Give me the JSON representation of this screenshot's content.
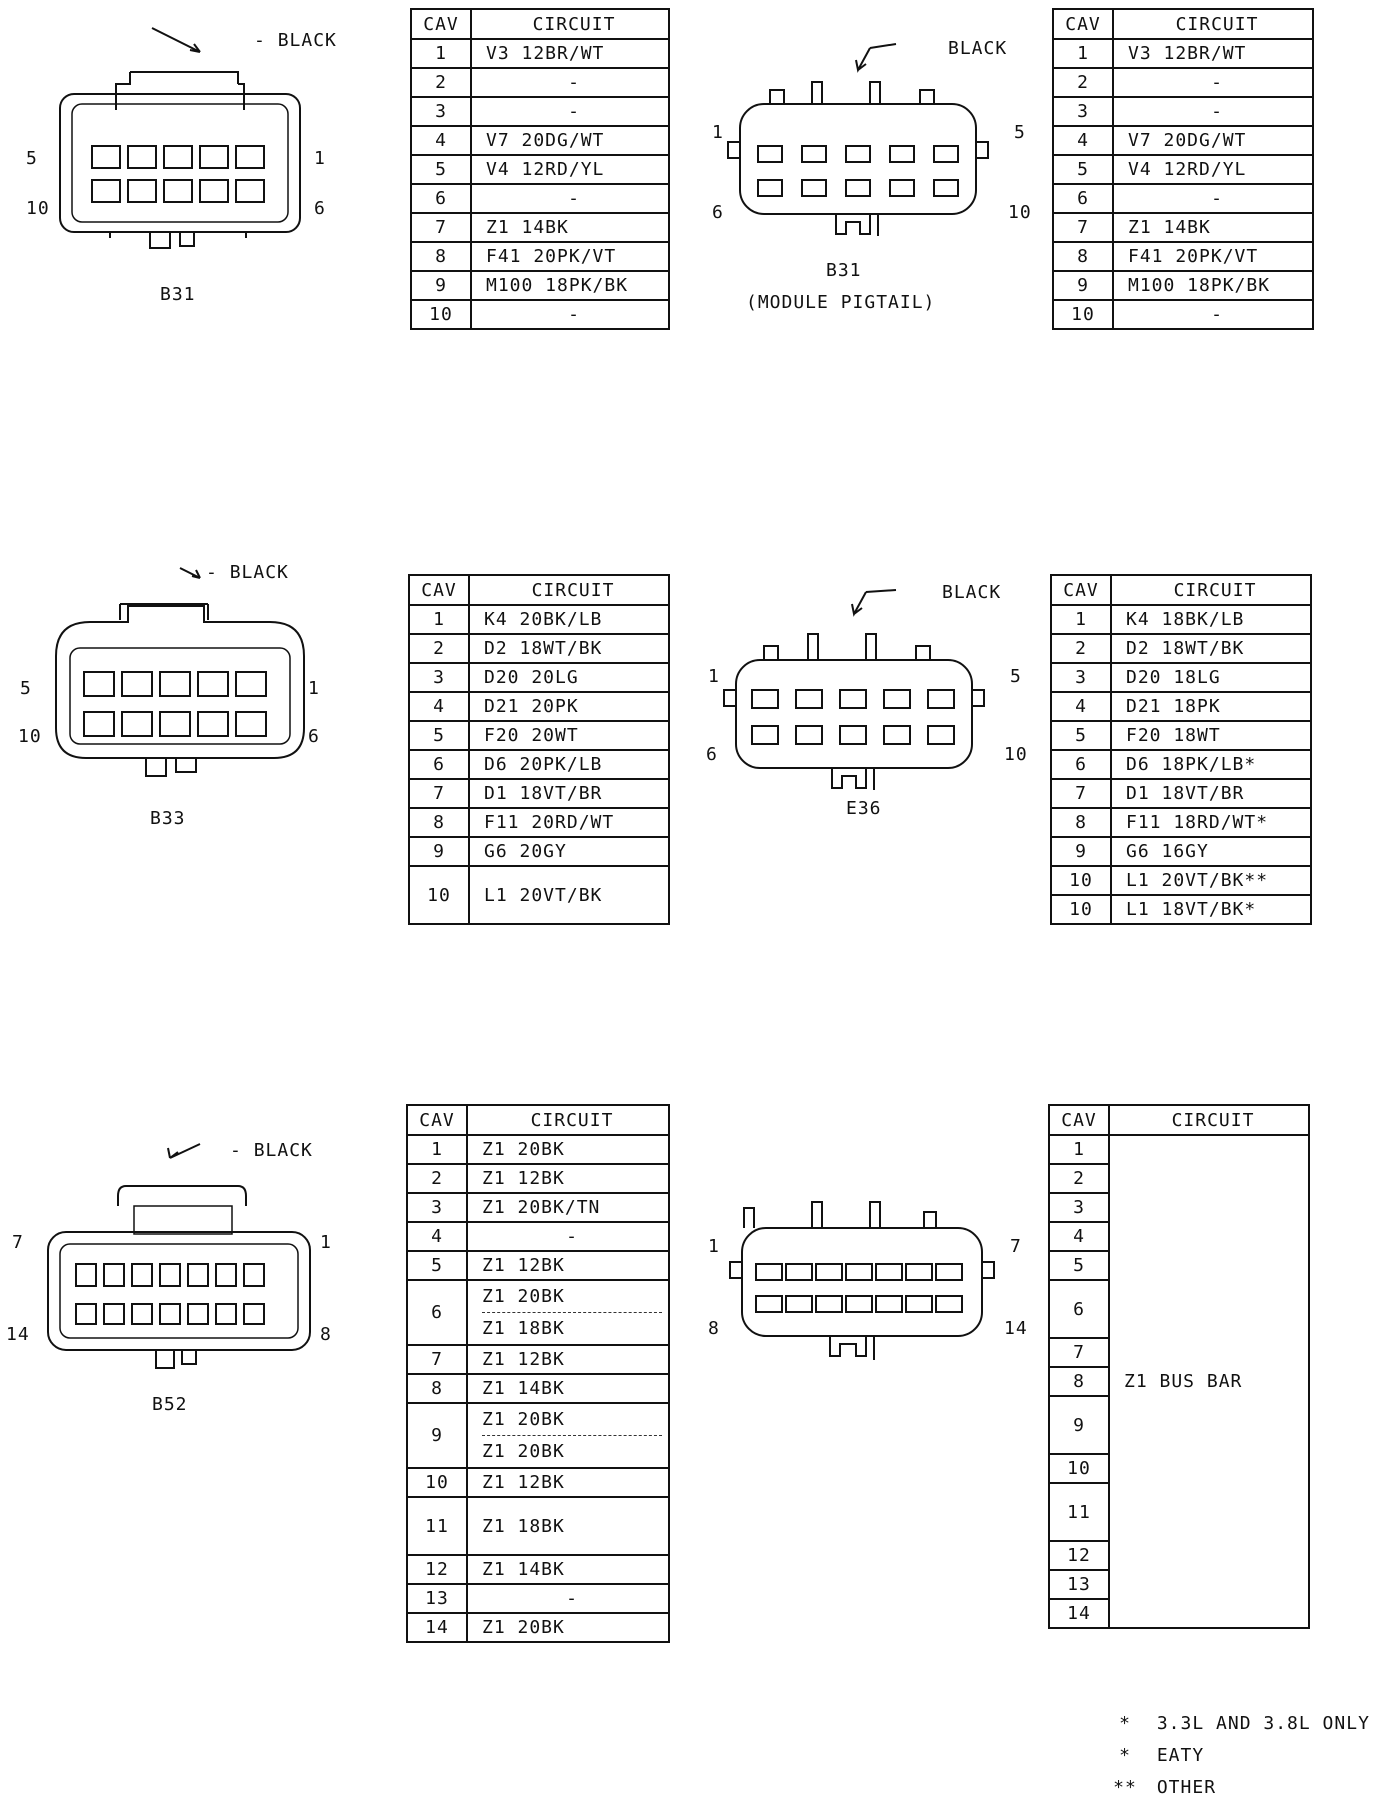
{
  "connectors": {
    "b31_harness": {
      "label": "B31",
      "color": "BLACK",
      "pin_left_top": "5",
      "pin_right_top": "1",
      "pin_left_bottom": "10",
      "pin_right_bottom": "6"
    },
    "b31_pigtail": {
      "label": "B31",
      "sublabel": "(MODULE PIGTAIL)",
      "color": "BLACK",
      "pin_left_top": "1",
      "pin_right_top": "5",
      "pin_left_bottom": "6",
      "pin_right_bottom": "10"
    },
    "b33": {
      "label": "B33",
      "color": "BLACK",
      "pin_left_top": "5",
      "pin_right_top": "1",
      "pin_left_bottom": "10",
      "pin_right_bottom": "6"
    },
    "e36": {
      "label": "E36",
      "color": "BLACK",
      "pin_left_top": "1",
      "pin_right_top": "5",
      "pin_left_bottom": "6",
      "pin_right_bottom": "10"
    },
    "b52": {
      "label": "B52",
      "color": "BLACK",
      "pin_left_top": "7",
      "pin_right_top": "1",
      "pin_left_bottom": "14",
      "pin_right_bottom": "8"
    },
    "busbar": {
      "pin_left_top": "1",
      "pin_right_top": "7",
      "pin_left_bottom": "8",
      "pin_right_bottom": "14"
    }
  },
  "headers": {
    "cav": "CAV",
    "circuit": "CIRCUIT"
  },
  "tables": {
    "b31_harness": [
      {
        "cav": "1",
        "circuit": "V3 12BR/WT"
      },
      {
        "cav": "2",
        "circuit": "-"
      },
      {
        "cav": "3",
        "circuit": "-"
      },
      {
        "cav": "4",
        "circuit": "V7 20DG/WT"
      },
      {
        "cav": "5",
        "circuit": "V4 12RD/YL"
      },
      {
        "cav": "6",
        "circuit": "-"
      },
      {
        "cav": "7",
        "circuit": "Z1 14BK"
      },
      {
        "cav": "8",
        "circuit": "F41 20PK/VT"
      },
      {
        "cav": "9",
        "circuit": "M100 18PK/BK"
      },
      {
        "cav": "10",
        "circuit": "-"
      }
    ],
    "b31_pigtail": [
      {
        "cav": "1",
        "circuit": "V3 12BR/WT"
      },
      {
        "cav": "2",
        "circuit": "-"
      },
      {
        "cav": "3",
        "circuit": "-"
      },
      {
        "cav": "4",
        "circuit": "V7 20DG/WT"
      },
      {
        "cav": "5",
        "circuit": "V4 12RD/YL"
      },
      {
        "cav": "6",
        "circuit": "-"
      },
      {
        "cav": "7",
        "circuit": "Z1 14BK"
      },
      {
        "cav": "8",
        "circuit": "F41 20PK/VT"
      },
      {
        "cav": "9",
        "circuit": "M100 18PK/BK"
      },
      {
        "cav": "10",
        "circuit": "-"
      }
    ],
    "b33": [
      {
        "cav": "1",
        "circuit": "K4 20BK/LB"
      },
      {
        "cav": "2",
        "circuit": "D2 18WT/BK"
      },
      {
        "cav": "3",
        "circuit": "D20 20LG"
      },
      {
        "cav": "4",
        "circuit": "D21 20PK"
      },
      {
        "cav": "5",
        "circuit": "F20 20WT"
      },
      {
        "cav": "6",
        "circuit": "D6 20PK/LB"
      },
      {
        "cav": "7",
        "circuit": "D1 18VT/BR"
      },
      {
        "cav": "8",
        "circuit": "F11 20RD/WT"
      },
      {
        "cav": "9",
        "circuit": "G6 20GY"
      },
      {
        "cav": "10",
        "circuit": "L1 20VT/BK"
      }
    ],
    "e36": [
      {
        "cav": "1",
        "circuit": "K4 18BK/LB"
      },
      {
        "cav": "2",
        "circuit": "D2 18WT/BK"
      },
      {
        "cav": "3",
        "circuit": "D20 18LG"
      },
      {
        "cav": "4",
        "circuit": "D21 18PK"
      },
      {
        "cav": "5",
        "circuit": "F20 18WT"
      },
      {
        "cav": "6",
        "circuit": "D6 18PK/LB*"
      },
      {
        "cav": "7",
        "circuit": "D1 18VT/BR"
      },
      {
        "cav": "8",
        "circuit": "F11 18RD/WT*"
      },
      {
        "cav": "9",
        "circuit": "G6 16GY"
      },
      {
        "cav": "10",
        "circuit": "L1 20VT/BK**"
      },
      {
        "cav": "10",
        "circuit": "L1 18VT/BK*"
      }
    ],
    "b52": [
      {
        "cav": "1",
        "circuit": "Z1 20BK"
      },
      {
        "cav": "2",
        "circuit": "Z1 12BK"
      },
      {
        "cav": "3",
        "circuit": "Z1 20BK/TN"
      },
      {
        "cav": "4",
        "circuit": "-"
      },
      {
        "cav": "5",
        "circuit": "Z1 12BK"
      },
      {
        "cav": "6",
        "circuit": "Z1 20BK",
        "circuit2": "Z1 18BK"
      },
      {
        "cav": "7",
        "circuit": "Z1 12BK"
      },
      {
        "cav": "8",
        "circuit": "Z1 14BK"
      },
      {
        "cav": "9",
        "circuit": "Z1 20BK",
        "circuit2": "Z1 20BK"
      },
      {
        "cav": "10",
        "circuit": "Z1 12BK"
      },
      {
        "cav": "11",
        "circuit": "Z1 18BK"
      },
      {
        "cav": "12",
        "circuit": "Z1 14BK"
      },
      {
        "cav": "13",
        "circuit": "-"
      },
      {
        "cav": "14",
        "circuit": "Z1 20BK"
      }
    ],
    "busbar": {
      "cavs": [
        "1",
        "2",
        "3",
        "4",
        "5",
        "6",
        "7",
        "8",
        "9",
        "10",
        "11",
        "12",
        "13",
        "14"
      ],
      "circuit": "Z1 BUS BAR"
    }
  },
  "notes": [
    {
      "symbol": "*",
      "text": "3.3L AND 3.8L ONLY"
    },
    {
      "symbol": "*",
      "text": "EATY"
    },
    {
      "symbol": "**",
      "text": "OTHER"
    }
  ]
}
